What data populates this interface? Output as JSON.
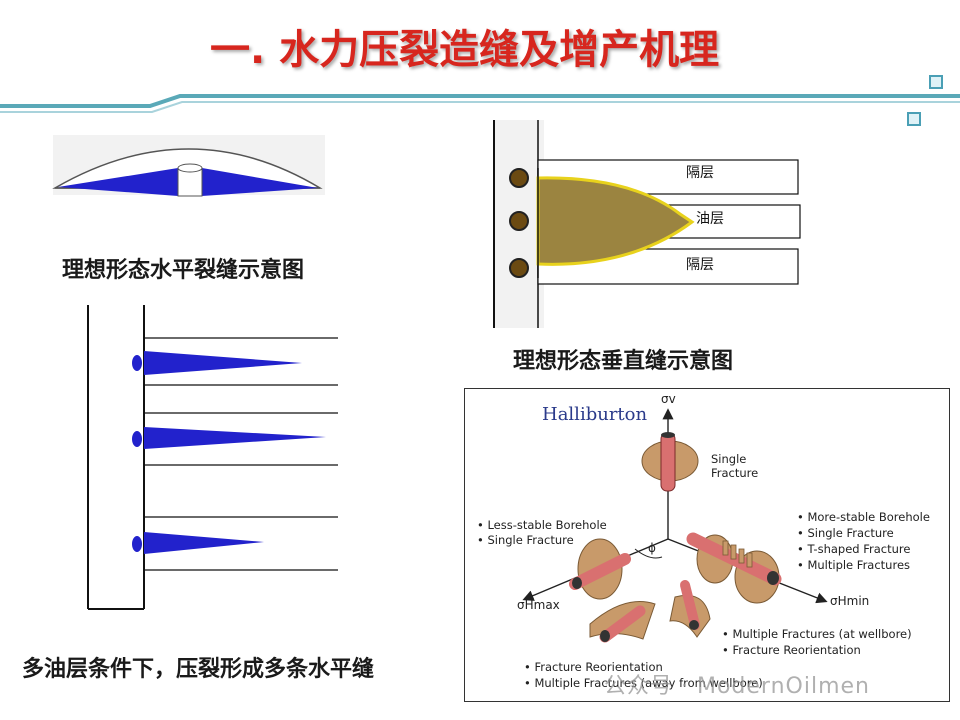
{
  "title": "一. 水力压裂造缝及增产机理",
  "captions": {
    "horizontal_ideal": "理想形态水平裂缝示意图",
    "vertical_ideal": "理想形态垂直缝示意图",
    "multi_layer": "多油层条件下，压裂形成多条水平缝"
  },
  "vertical_diagram": {
    "layer_top": "隔层",
    "layer_middle": "油层",
    "layer_bottom": "隔层"
  },
  "halliburton": {
    "brand": "Halliburton",
    "sigma_v": "σv",
    "sigma_hmax": "σHmax",
    "sigma_hmin": "σHmin",
    "phi": "ϕ",
    "single_fracture_top": [
      "Single",
      "Fracture"
    ],
    "left_notes": [
      "Less-stable Borehole",
      "Single Fracture"
    ],
    "right_notes": [
      "More-stable Borehole",
      "Single Fracture",
      "T-shaped Fracture",
      "Multiple Fractures"
    ],
    "bottom_right_notes": [
      "Multiple Fractures (at wellbore)",
      "Fracture Reorientation"
    ],
    "bottom_left_notes": [
      "Fracture Reorientation",
      "Multiple Fractures (away from wellbore)"
    ]
  },
  "watermark": "公众号 · ModernOilmen",
  "colors": {
    "title": "#d7261e",
    "fracture_blue": "#2222cc",
    "oil_layer": "#9b8440",
    "header_line": "#5aa9b8",
    "fracture_tan": "#c89a6a",
    "wellbore_red": "#d97070"
  }
}
